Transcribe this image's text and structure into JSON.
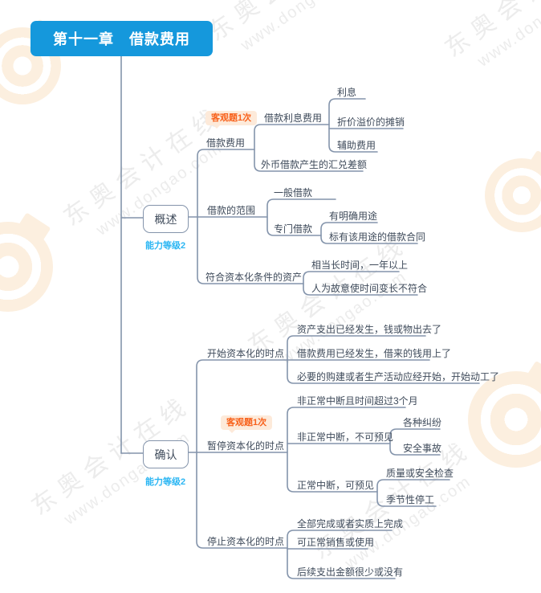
{
  "title": "第十一章　借款费用",
  "watermark": {
    "brand": "东奥会计在线",
    "url": "www.dongao.com"
  },
  "palette": {
    "title_bg": "#1598dc",
    "line": "#8494ab",
    "text": "#3e4a5a",
    "badge_text": "#f8611b",
    "badge_bg": "#fdeada",
    "ability_text": "#2bb6f3"
  },
  "tree": {
    "branches": [
      {
        "label": "概述",
        "ability": "能力等级2",
        "children": [
          {
            "label": "借款费用",
            "badge": "客观题1次",
            "children": [
              {
                "label": "借款利息费用",
                "children": [
                  {
                    "label": "利息"
                  },
                  {
                    "label": "折价溢价的摊销"
                  },
                  {
                    "label": "辅助费用"
                  }
                ]
              },
              {
                "label": "外币借款产生的汇兑差额"
              }
            ]
          },
          {
            "label": "借款的范围",
            "children": [
              {
                "label": "一般借款"
              },
              {
                "label": "专门借款",
                "children": [
                  {
                    "label": "有明确用途"
                  },
                  {
                    "label": "标有该用途的借款合同"
                  }
                ]
              }
            ]
          },
          {
            "label": "符合资本化条件的资产",
            "children": [
              {
                "label": "相当长时间，一年以上"
              },
              {
                "label": "人为故意使时间变长不符合"
              }
            ]
          }
        ]
      },
      {
        "label": "确认",
        "ability": "能力等级2",
        "children": [
          {
            "label": "开始资本化的时点",
            "children": [
              {
                "label": "资产支出已经发生，钱或物出去了"
              },
              {
                "label": "借款费用已经发生，借来的钱用上了"
              },
              {
                "label": "必要的购建或者生产活动应经开始，开始动工了"
              }
            ]
          },
          {
            "label": "暂停资本化的时点",
            "badge": "客观题1次",
            "children": [
              {
                "label": "非正常中断且时间超过3个月"
              },
              {
                "label": "非正常中断，不可预见",
                "children": [
                  {
                    "label": "各种纠纷"
                  },
                  {
                    "label": "安全事故"
                  }
                ]
              },
              {
                "label": "正常中断，可预见",
                "children": [
                  {
                    "label": "质量或安全检查"
                  },
                  {
                    "label": "季节性停工"
                  }
                ]
              }
            ]
          },
          {
            "label": "停止资本化的时点",
            "children": [
              {
                "label": "全部完成或者实质上完成"
              },
              {
                "label": "可正常销售或使用"
              },
              {
                "label": "后续支出金额很少或没有"
              }
            ]
          }
        ]
      }
    ]
  }
}
